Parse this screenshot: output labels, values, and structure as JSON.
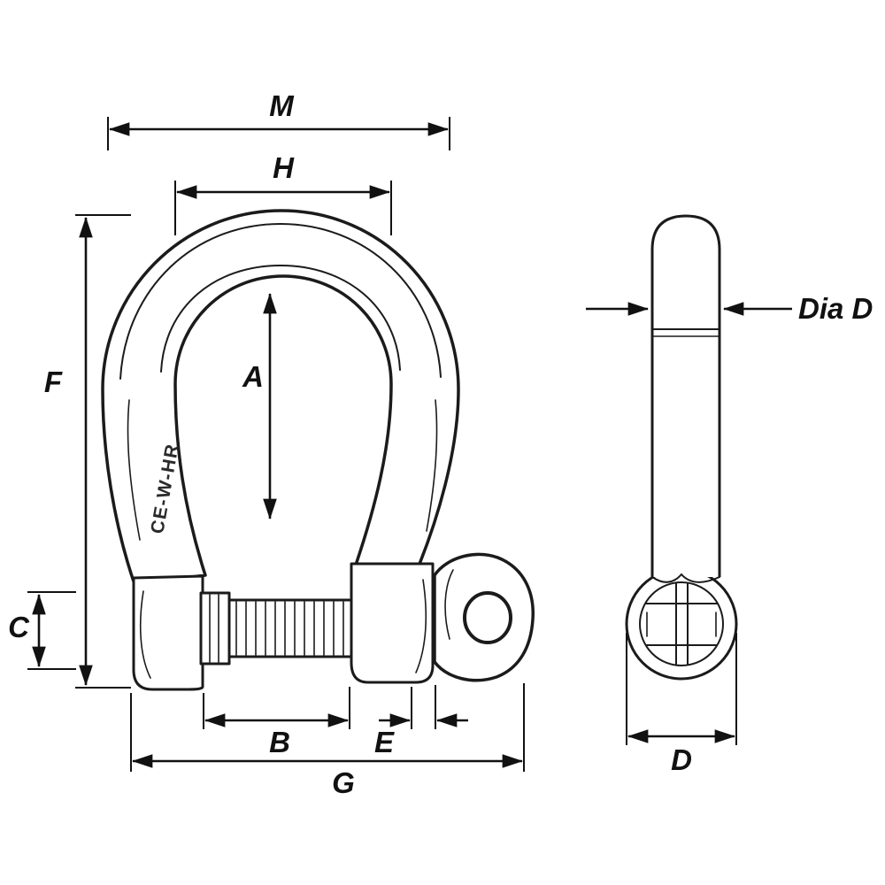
{
  "colors": {
    "line": "#1b1b1b",
    "dimension": "#111111",
    "background": "#ffffff"
  },
  "labels": {
    "m": "M",
    "h": "H",
    "a": "A",
    "f": "F",
    "c": "C",
    "b": "B",
    "e": "E",
    "g": "G",
    "d": "D",
    "dia_d": "Dia D"
  },
  "engraving": "CE-W-HR"
}
